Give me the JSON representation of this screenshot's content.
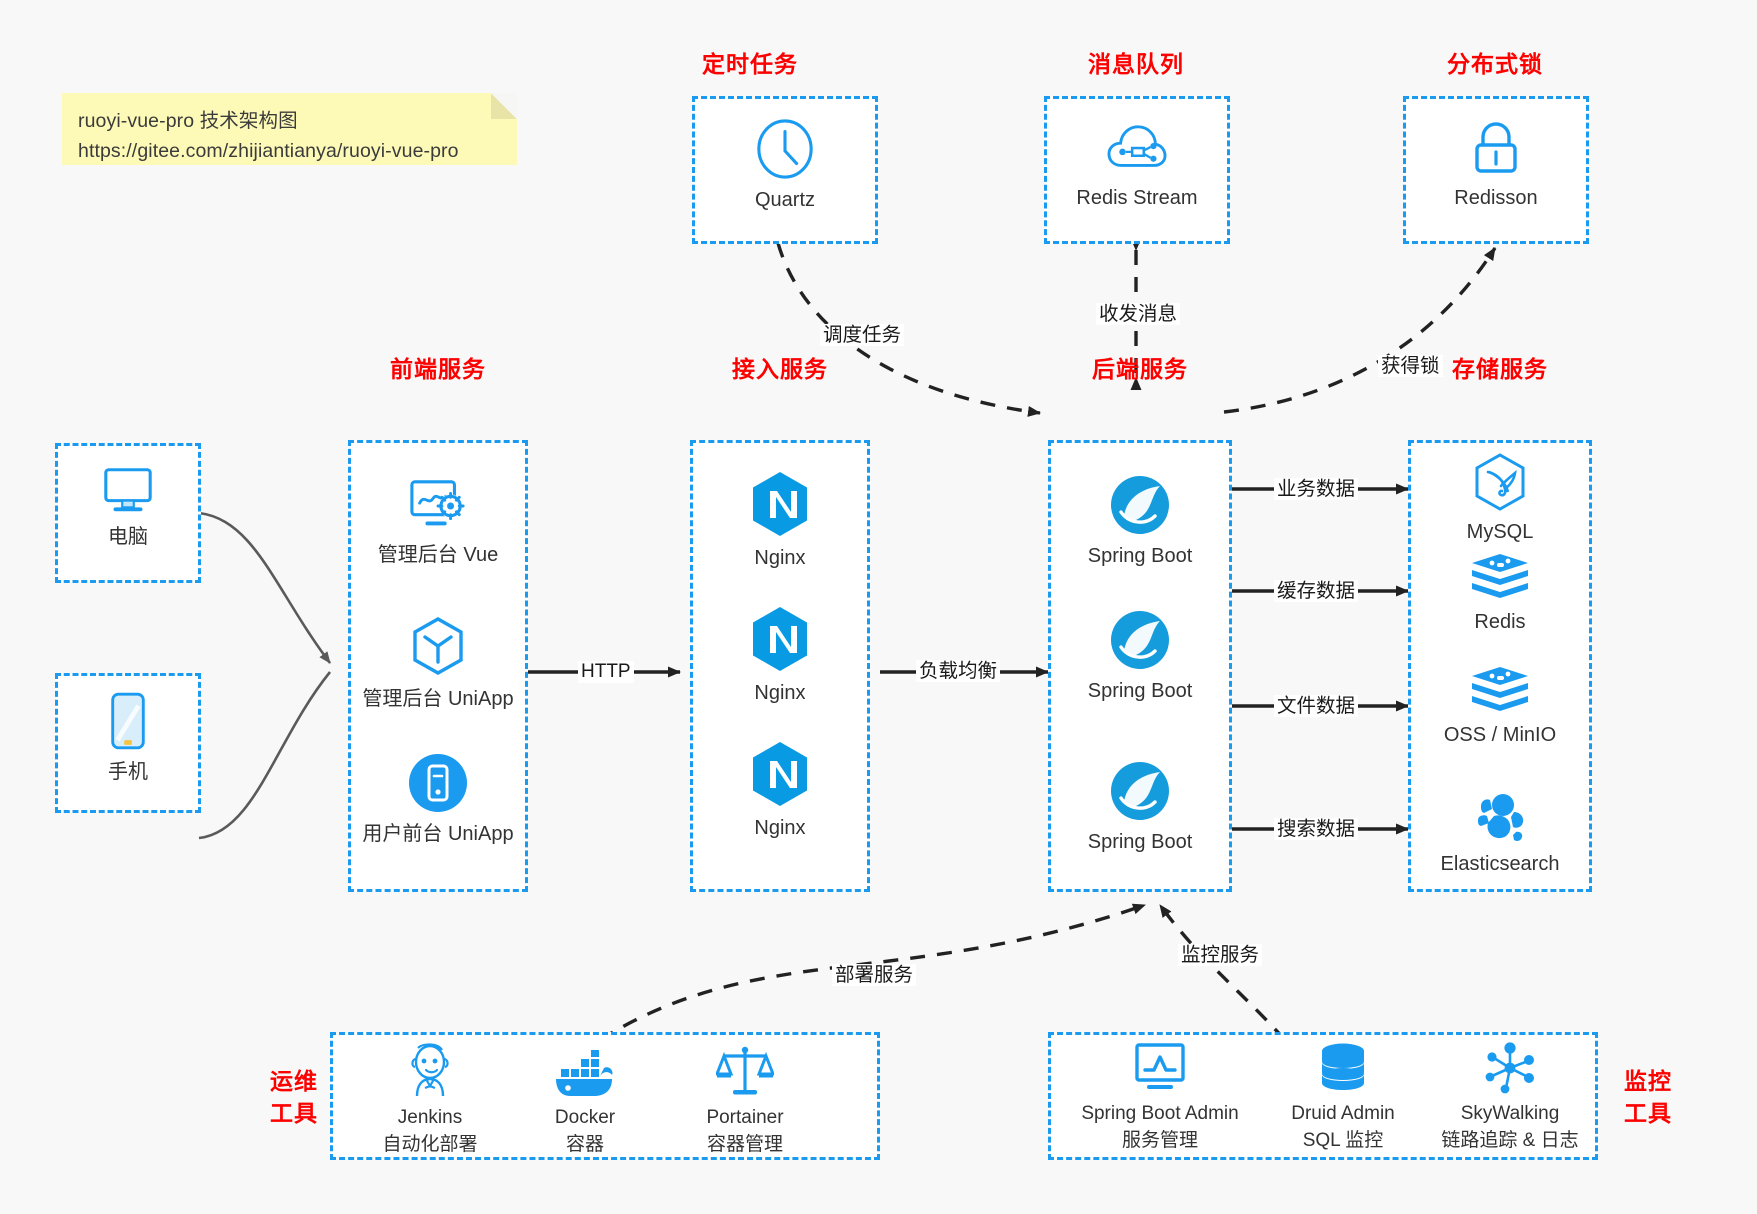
{
  "meta": {
    "background": "#f8f8f8",
    "accent_blue": "#1a9bf0",
    "title_red": "#fd0000",
    "note_yellow": "#fdf9b7"
  },
  "note": {
    "line1": "ruoyi-vue-pro 技术架构图",
    "line2": "https://gitee.com/zhijiantianya/ruoyi-vue-pro"
  },
  "groups": {
    "scheduled_task": {
      "title": "定时任务",
      "nodes": [
        {
          "label": "Quartz",
          "icon": "clock-icon"
        }
      ]
    },
    "message_queue": {
      "title": "消息队列",
      "nodes": [
        {
          "label": "Redis Stream",
          "icon": "cloud-queue-icon"
        }
      ]
    },
    "distributed_lock": {
      "title": "分布式锁",
      "nodes": [
        {
          "label": "Redisson",
          "icon": "lock-icon"
        }
      ]
    },
    "clients": {
      "nodes": [
        {
          "label": "电脑",
          "icon": "desktop-icon"
        },
        {
          "label": "手机",
          "icon": "mobile-phone-icon"
        }
      ]
    },
    "frontend": {
      "title": "前端服务",
      "nodes": [
        {
          "label": "管理后台 Vue",
          "icon": "dashboard-gear-icon"
        },
        {
          "label": "管理后台 UniApp",
          "icon": "uniapp-cube-icon"
        },
        {
          "label": "用户前台 UniApp",
          "icon": "mobile-app-circle-icon"
        }
      ]
    },
    "gateway": {
      "title": "接入服务",
      "nodes": [
        {
          "label": "Nginx",
          "icon": "nginx-icon"
        },
        {
          "label": "Nginx",
          "icon": "nginx-icon"
        },
        {
          "label": "Nginx",
          "icon": "nginx-icon"
        }
      ]
    },
    "backend": {
      "title": "后端服务",
      "nodes": [
        {
          "label": "Spring Boot",
          "icon": "spring-boot-icon"
        },
        {
          "label": "Spring Boot",
          "icon": "spring-boot-icon"
        },
        {
          "label": "Spring Boot",
          "icon": "spring-boot-icon"
        }
      ]
    },
    "storage": {
      "title": "存储服务",
      "nodes": [
        {
          "label": "MySQL",
          "icon": "mysql-icon"
        },
        {
          "label": "Redis",
          "icon": "redis-icon"
        },
        {
          "label": "OSS / MinIO",
          "icon": "oss-minio-icon"
        },
        {
          "label": "Elasticsearch",
          "icon": "elasticsearch-icon"
        }
      ]
    },
    "devops": {
      "title_line1": "运维",
      "title_line2": "工具",
      "nodes": [
        {
          "label": "Jenkins",
          "sublabel": "自动化部署",
          "icon": "jenkins-icon"
        },
        {
          "label": "Docker",
          "sublabel": "容器",
          "icon": "docker-icon"
        },
        {
          "label": "Portainer",
          "sublabel": "容器管理",
          "icon": "portainer-scale-icon"
        }
      ]
    },
    "monitoring": {
      "title_line1": "监控",
      "title_line2": "工具",
      "nodes": [
        {
          "label": "Spring Boot Admin",
          "sublabel": "服务管理",
          "icon": "monitor-chart-icon"
        },
        {
          "label": "Druid Admin",
          "sublabel": "SQL 监控",
          "icon": "database-icon"
        },
        {
          "label": "SkyWalking",
          "sublabel": "链路追踪 & 日志",
          "icon": "skywalking-icon"
        }
      ]
    }
  },
  "edges": [
    {
      "id": "http",
      "label": "HTTP",
      "from": "frontend",
      "to": "gateway",
      "style": "solid"
    },
    {
      "id": "load-balance",
      "label": "负载均衡",
      "from": "gateway",
      "to": "backend",
      "style": "solid"
    },
    {
      "id": "schedule-task",
      "label": "调度任务",
      "from": "scheduled_task",
      "to": "backend",
      "style": "dashed"
    },
    {
      "id": "send-receive",
      "label": "收发消息",
      "from": "backend",
      "to": "message_queue",
      "style": "dashed",
      "bidirectional": true
    },
    {
      "id": "acquire-lock",
      "label": "获得锁",
      "from": "backend",
      "to": "distributed_lock",
      "style": "dashed"
    },
    {
      "id": "business-data",
      "label": "业务数据",
      "from": "backend",
      "to": "storage",
      "style": "solid"
    },
    {
      "id": "cache-data",
      "label": "缓存数据",
      "from": "backend",
      "to": "storage",
      "style": "solid"
    },
    {
      "id": "file-data",
      "label": "文件数据",
      "from": "backend",
      "to": "storage",
      "style": "solid"
    },
    {
      "id": "search-data",
      "label": "搜索数据",
      "from": "backend",
      "to": "storage",
      "style": "solid"
    },
    {
      "id": "deploy-service",
      "label": "部署服务",
      "from": "devops",
      "to": "backend",
      "style": "dashed"
    },
    {
      "id": "monitor-service",
      "label": "监控服务",
      "from": "monitoring",
      "to": "backend",
      "style": "dashed"
    }
  ]
}
